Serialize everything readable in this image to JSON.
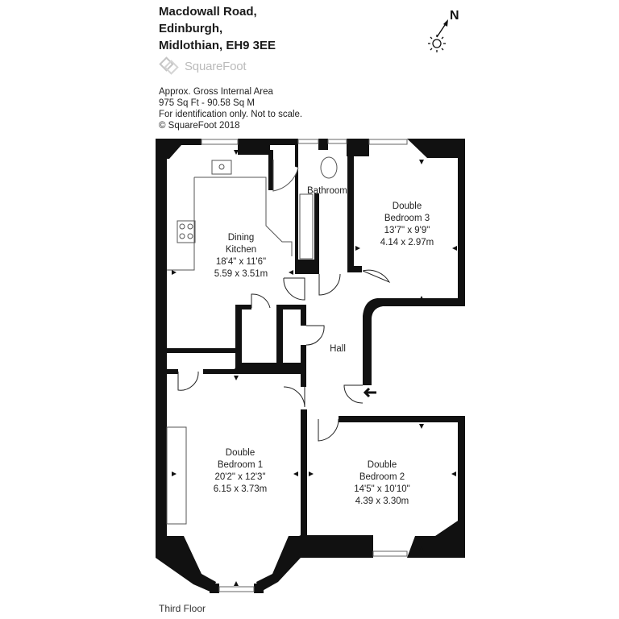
{
  "address": {
    "line1": "Macdowall Road,",
    "line2": "Edinburgh,",
    "line3": "Midlothian, EH9 3EE"
  },
  "brand": {
    "name": "SquareFoot"
  },
  "info": {
    "area_label": "Approx. Gross Internal Area",
    "area_value": "975 Sq Ft  -  90.58 Sq M",
    "disclaimer": "For identification only. Not to scale.",
    "copyright": "© SquareFoot 2018"
  },
  "compass": {
    "north_label": "N"
  },
  "rooms": {
    "bathroom": {
      "name": "Bathroom"
    },
    "kitchen": {
      "name1": "Dining",
      "name2": "Kitchen",
      "imperial": "18'4\" x 11'6\"",
      "metric": "5.59 x 3.51m"
    },
    "bed3": {
      "name1": "Double",
      "name2": "Bedroom 3",
      "imperial": "13'7\" x 9'9\"",
      "metric": "4.14 x 2.97m"
    },
    "hall": {
      "name": "Hall"
    },
    "bed1": {
      "name1": "Double",
      "name2": "Bedroom 1",
      "imperial": "20'2\" x 12'3\"",
      "metric": "6.15 x 3.73m"
    },
    "bed2": {
      "name1": "Double",
      "name2": "Bedroom 2",
      "imperial": "14'5\" x 10'10\"",
      "metric": "4.39 x 3.30m"
    }
  },
  "floor_label": "Third Floor",
  "colors": {
    "wall": "#111111",
    "logo": "#bbbbbb",
    "text": "#222222"
  }
}
